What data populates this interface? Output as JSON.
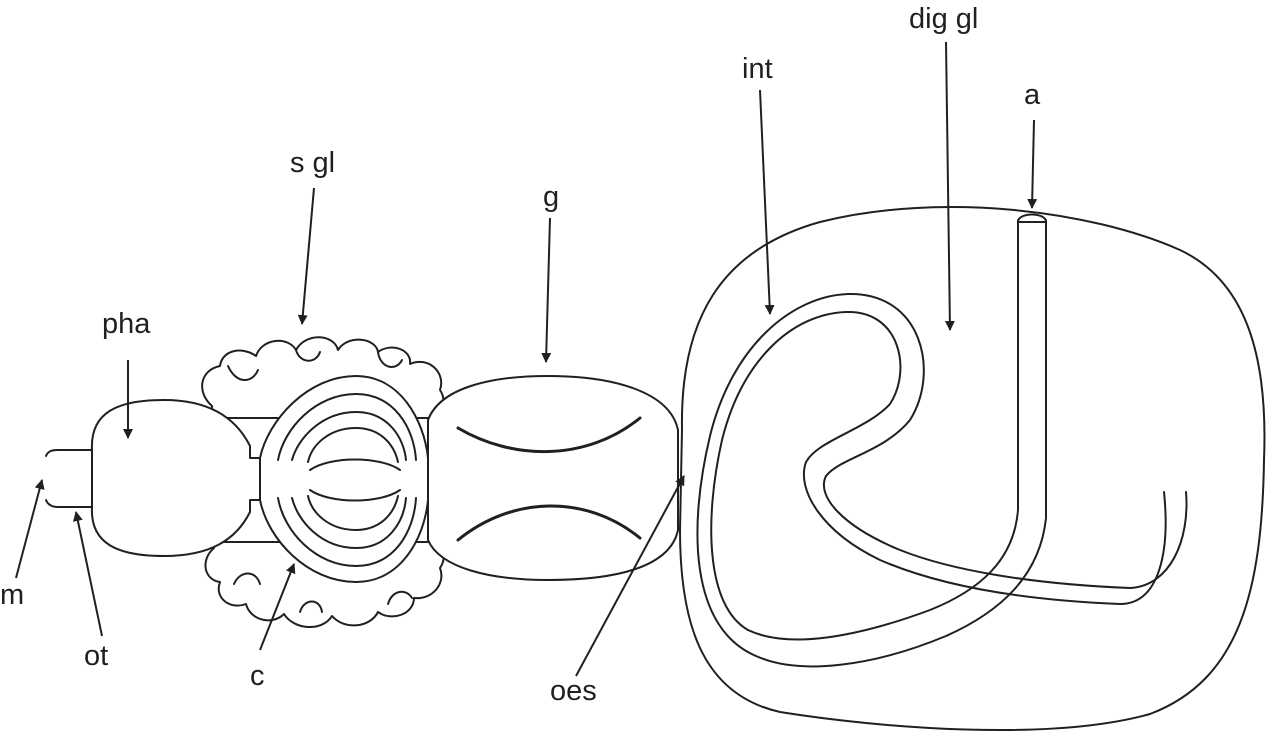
{
  "diagram": {
    "labels": {
      "m": "m",
      "ot": "ot",
      "pha": "pha",
      "s_gl": "s gl",
      "c": "c",
      "g": "g",
      "oes": "oes",
      "int": "int",
      "dig_gl": "dig gl",
      "a": "a"
    },
    "colors": {
      "line": "#231f20",
      "background": "#ffffff"
    }
  }
}
